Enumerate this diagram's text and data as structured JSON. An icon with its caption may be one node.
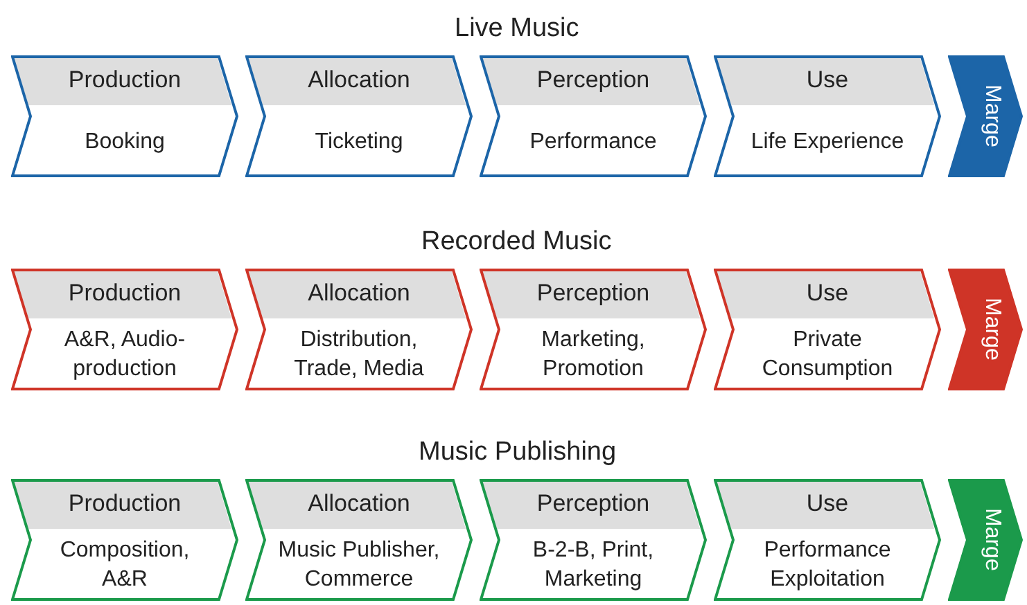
{
  "diagram": {
    "nodes": [
      {
        "text": [
          "Production",
          "Booking"
        ]
      },
      {
        "text": [
          "Allocation",
          "Ticketing"
        ]
      },
      {
        "text": [
          "Perception",
          "Performance"
        ]
      },
      {
        "text": [
          "Use",
          "Life Experience"
        ]
      },
      {
        "text": [
          "Marge"
        ]
      },
      {
        "text": [
          "Production",
          "A&R, Audio-production"
        ]
      },
      {
        "text": [
          "Allocation",
          "Distribution, Trade, Media"
        ]
      },
      {
        "text": [
          "Perception",
          "Marketing, Promotion"
        ]
      },
      {
        "text": [
          "Use",
          "Private Consumption"
        ]
      },
      {
        "text": [
          "Marge"
        ]
      },
      {
        "text": [
          "Production",
          "Composition, A&R"
        ]
      },
      {
        "text": [
          "Allocation",
          "Music Publisher, Commerce"
        ]
      },
      {
        "text": [
          "Perception",
          "B-2-B, Print, Marketing"
        ]
      },
      {
        "text": [
          "Use",
          "Performance Exploitation"
        ]
      },
      {
        "text": [
          "Marge"
        ]
      }
    ],
    "labels": [
      "Live Music",
      "Recorded Music",
      "Music Publishing"
    ]
  }
}
